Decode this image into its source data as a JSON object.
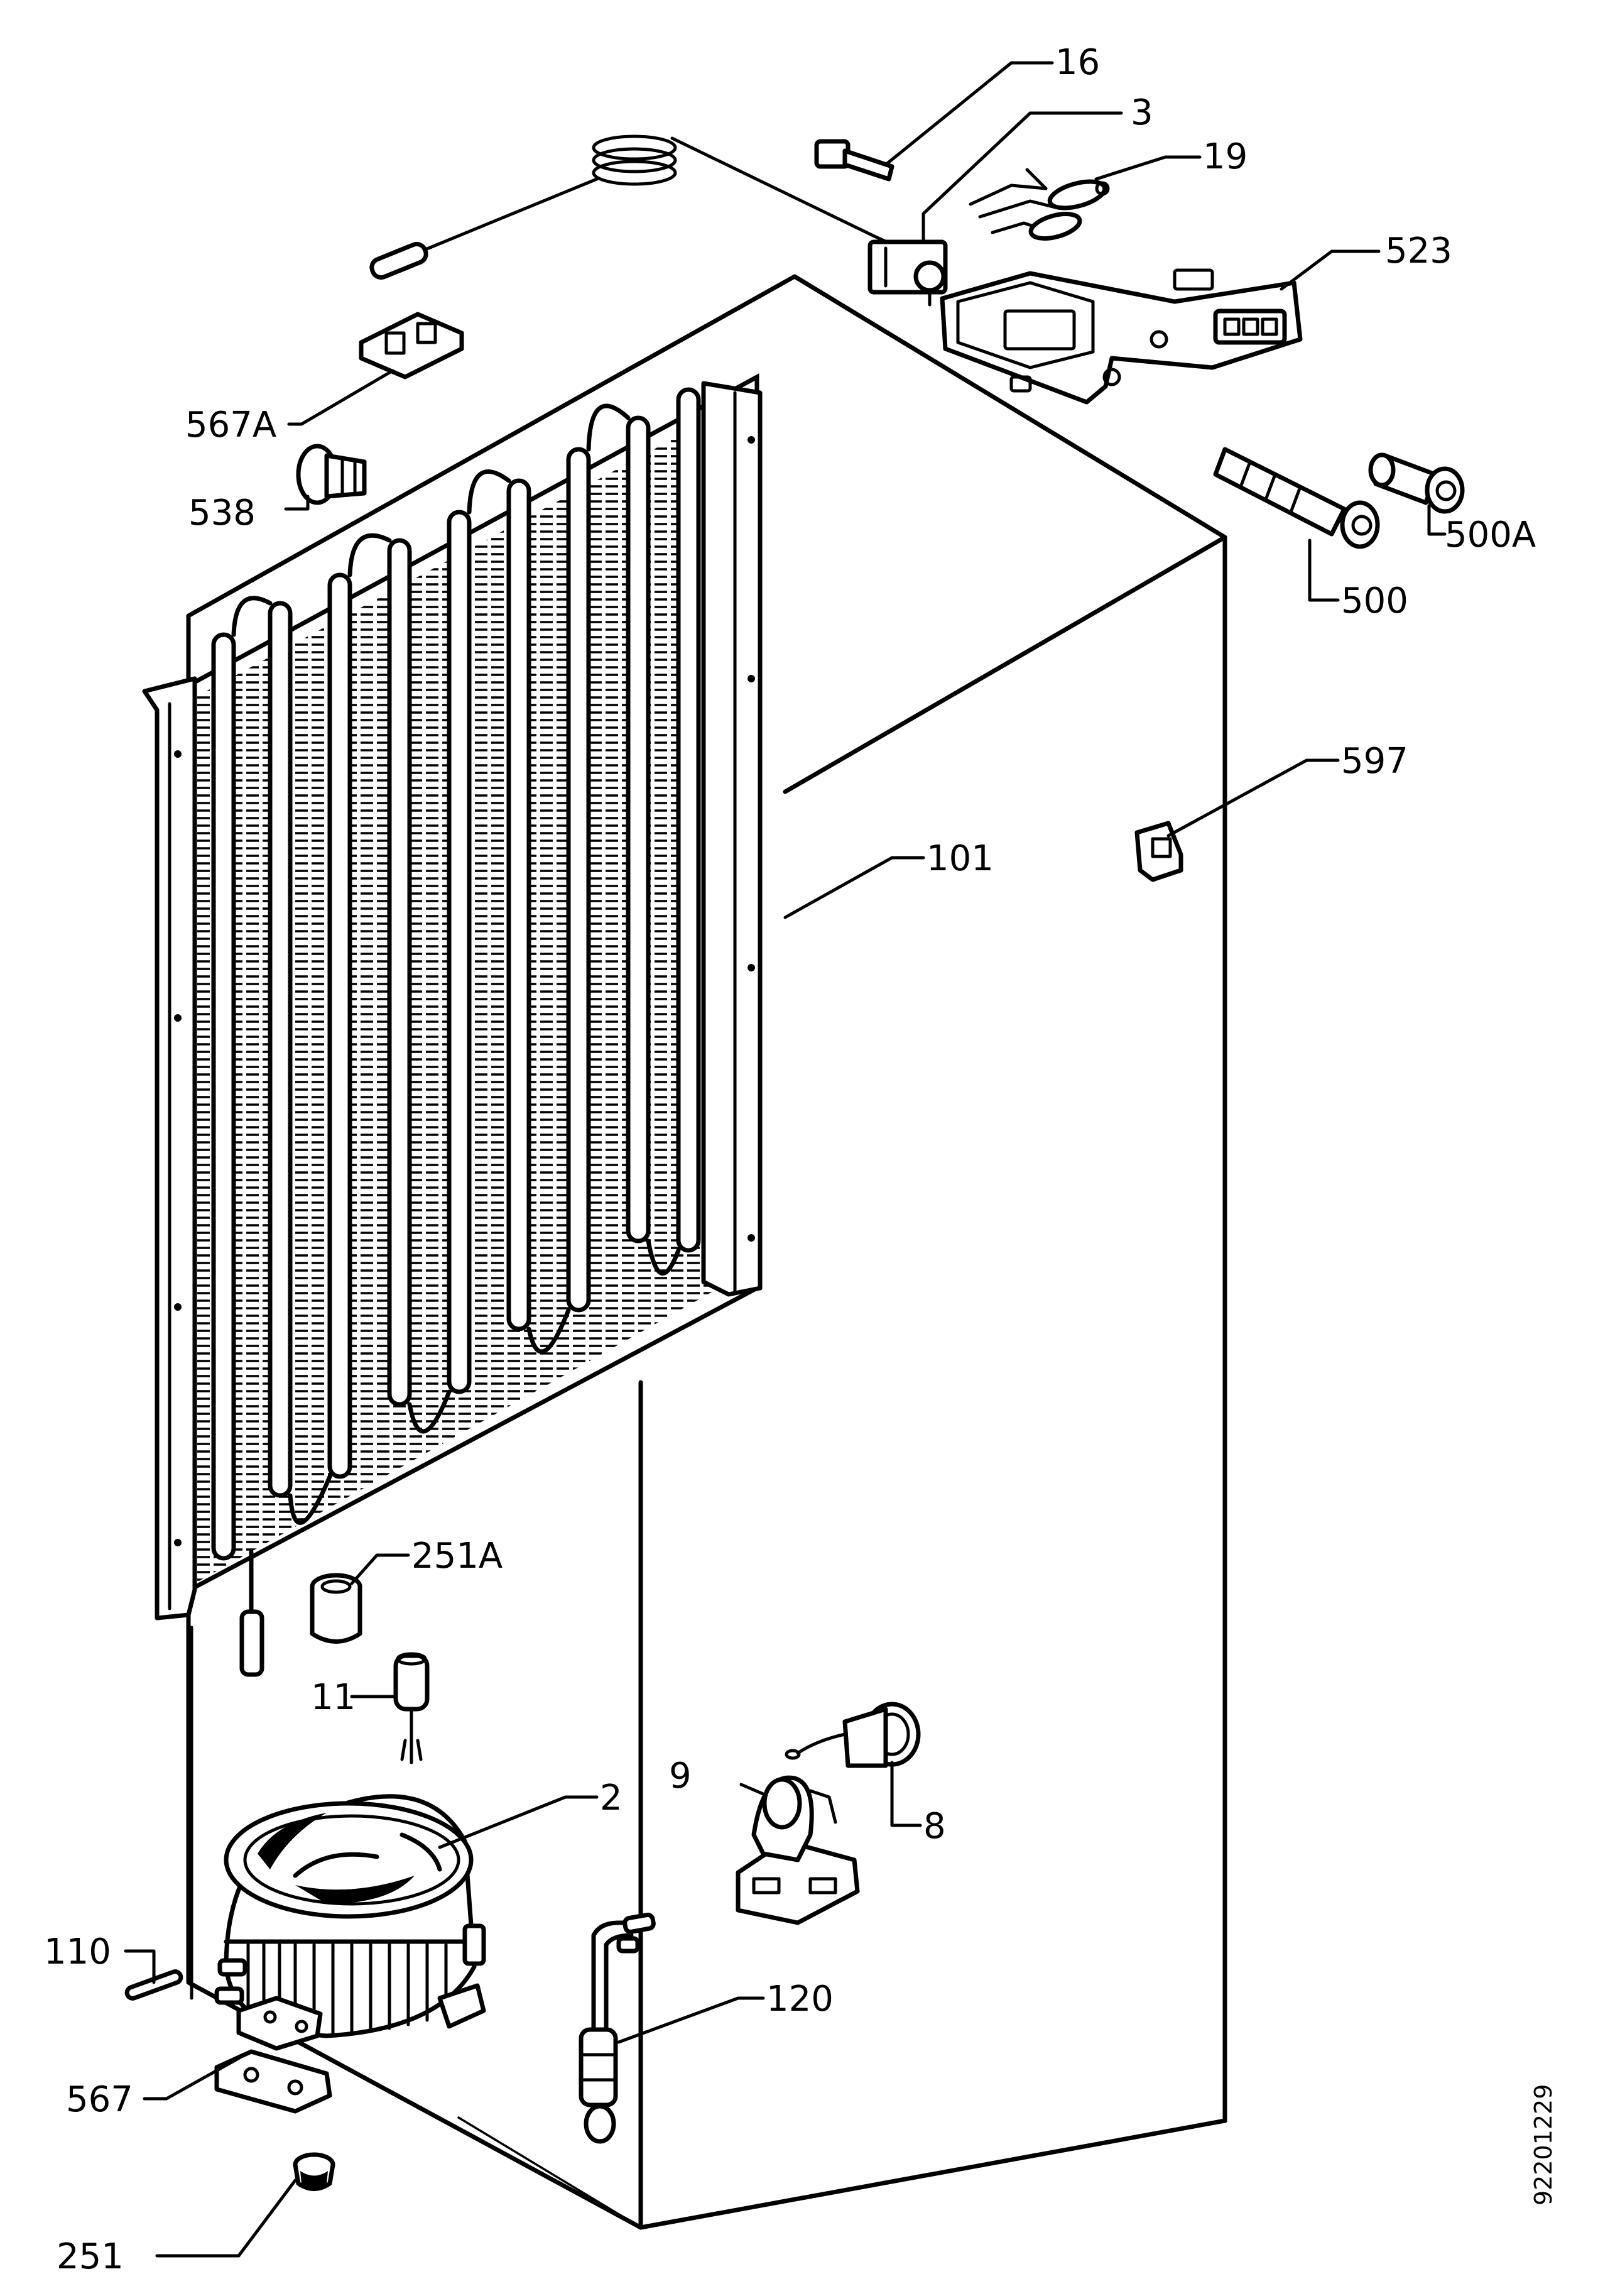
{
  "document_number": "92201229",
  "labels": {
    "l16": "16",
    "l3": "3",
    "l19": "19",
    "l523": "523",
    "l567a": "567A",
    "l538": "538",
    "l500a": "500A",
    "l500": "500",
    "l597": "597",
    "l101": "101",
    "l251a": "251A",
    "l11": "11",
    "l9": "9",
    "l8": "8",
    "l2": "2",
    "l110": "110",
    "l120": "120",
    "l567": "567",
    "l251": "251"
  }
}
